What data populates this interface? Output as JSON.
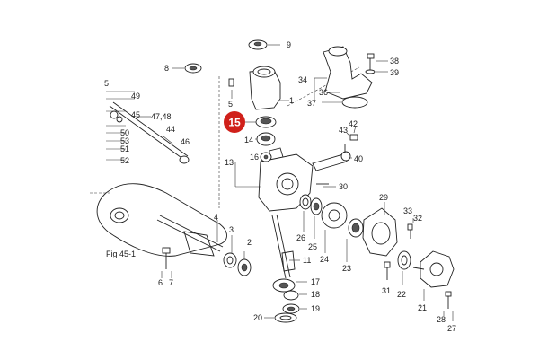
{
  "highlight": {
    "label": "15",
    "color": "#d0201a"
  },
  "figure_ref": "Fig 45-1",
  "labels": {
    "p1": "1",
    "p3": "3",
    "p4": "4",
    "p5": "5",
    "p5b": "5",
    "p6": "6",
    "p7": "7",
    "p8": "8",
    "p9": "9",
    "p11": "11",
    "p13": "13",
    "p14": "14",
    "p16": "16",
    "p17": "17",
    "p18": "18",
    "p19": "19",
    "p20": "20",
    "p21": "21",
    "p22": "22",
    "p23": "23",
    "p24": "24",
    "p25": "25",
    "p26": "26",
    "p27": "27",
    "p28": "28",
    "p29": "29",
    "p30": "30",
    "p31": "31",
    "p32": "32",
    "p33": "33",
    "p34": "34",
    "p36": "36",
    "p37": "37",
    "p38": "38",
    "p39": "39",
    "p40": "40",
    "p42": "42",
    "p43": "43",
    "p44": "44",
    "p45": "45",
    "p46": "46",
    "p4748": "47,48",
    "p49": "49",
    "p50": "50",
    "p51": "51",
    "p52": "52",
    "p53": "53",
    "p2": "2"
  }
}
